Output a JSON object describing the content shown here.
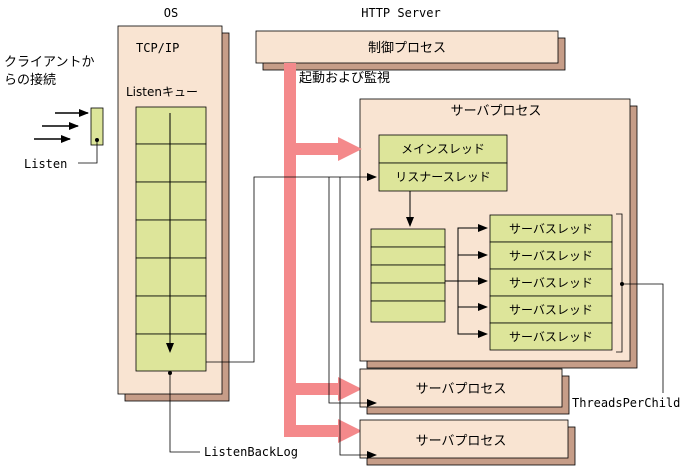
{
  "titles": {
    "os": "OS",
    "http_server": "HTTP Server"
  },
  "os_box": {
    "tcpip": "TCP/IP",
    "listen_queue": "Listenキュー"
  },
  "client": {
    "line1": "クライアントか",
    "line2": "らの接続",
    "listen": "Listen"
  },
  "control_process": "制御プロセス",
  "start_monitor": "起動および監視",
  "server_process": {
    "title": "サーバプロセス",
    "main_thread": "メインスレッド",
    "listener_thread": "リスナースレッド",
    "server_threads": [
      "サーバスレッド",
      "サーバスレッド",
      "サーバスレッド",
      "サーバスレッド",
      "サーバスレッド"
    ]
  },
  "extra_processes": [
    "サーバプロセス",
    "サーバプロセス"
  ],
  "annotations": {
    "threads_per_child": "ThreadsPerChild",
    "listen_backlog": "ListenBackLog"
  },
  "colors": {
    "box_fill": "#f9e4d2",
    "shadow": "#c69d88",
    "cell_fill": "#dde59a",
    "arrow": "#f4898b"
  }
}
